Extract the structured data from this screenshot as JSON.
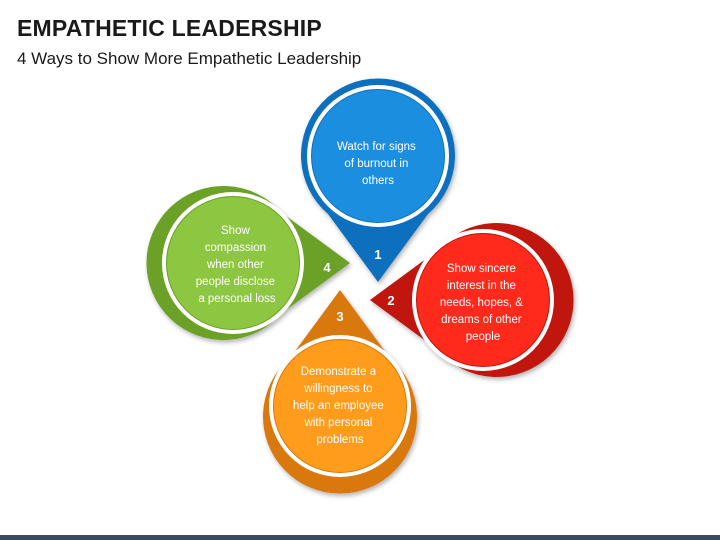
{
  "title": "EMPATHETIC LEADERSHIP",
  "subtitle": "4 Ways to Show More Empathetic Leadership",
  "colors": {
    "blue": "#1e8ee0",
    "blue_dark": "#0f6fbf",
    "red": "#ff2a1a",
    "red_dark": "#c0140c",
    "orange": "#ff9c1a",
    "orange_dark": "#d9780a",
    "green": "#8dc63f",
    "green_dark": "#6aa125"
  },
  "petals": [
    {
      "number": "1",
      "lines": [
        "Watch for signs",
        "of burnout in",
        "others"
      ]
    },
    {
      "number": "2",
      "lines": [
        "Show sincere",
        "interest in the",
        "needs, hopes, &",
        "dreams of other",
        "people"
      ]
    },
    {
      "number": "3",
      "lines": [
        "Demonstrate a",
        "willingness to",
        "help an employee",
        "with personal",
        "problems"
      ]
    },
    {
      "number": "4",
      "lines": [
        "Show",
        "compassion",
        "when other",
        "people disclose",
        "a personal loss"
      ]
    }
  ]
}
